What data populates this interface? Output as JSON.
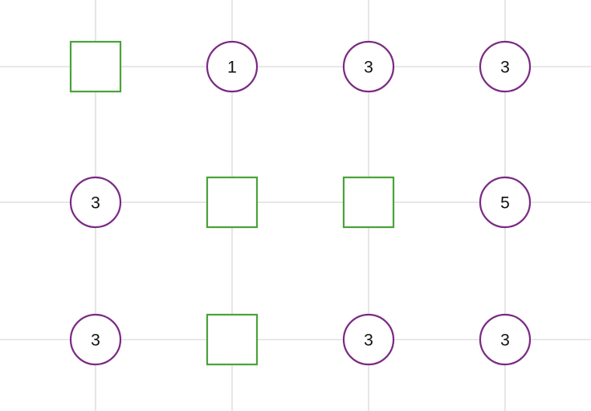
{
  "colors": {
    "grid_line": "#d9d9d9",
    "circle_stroke": "#7b2a84",
    "square_stroke": "#4aa33a",
    "number_text": "#111111",
    "background": "#ffffff"
  },
  "board": {
    "rows": 3,
    "cols": 4,
    "cells": [
      [
        {
          "type": "square",
          "value": ""
        },
        {
          "type": "circle",
          "value": "1"
        },
        {
          "type": "circle",
          "value": "3"
        },
        {
          "type": "circle",
          "value": "3"
        }
      ],
      [
        {
          "type": "circle",
          "value": "3"
        },
        {
          "type": "square",
          "value": ""
        },
        {
          "type": "square",
          "value": ""
        },
        {
          "type": "circle",
          "value": "5"
        }
      ],
      [
        {
          "type": "circle",
          "value": "3"
        },
        {
          "type": "square",
          "value": ""
        },
        {
          "type": "circle",
          "value": "3"
        },
        {
          "type": "circle",
          "value": "3"
        }
      ]
    ]
  }
}
